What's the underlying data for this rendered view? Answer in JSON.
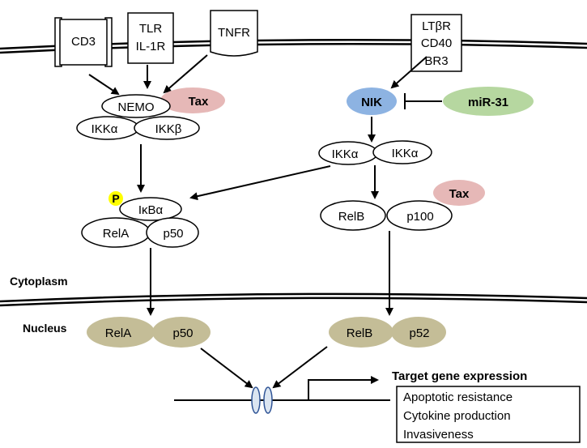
{
  "receptors": {
    "cd3": "CD3",
    "tlr_line1": "TLR",
    "tlr_line2": "IL-1R",
    "tnfr": "TNFR",
    "ltbr_line1": "LTβR",
    "ltbr_line2": "CD40",
    "ltbr_line3": "BR3"
  },
  "canonical": {
    "nemo": "NEMO",
    "tax": "Tax",
    "ikka": "IKKα",
    "ikkb": "IKKβ",
    "phospho": "P",
    "ikba": "IκBα",
    "rela": "RelA",
    "p50": "p50"
  },
  "noncanonical": {
    "nik": "NIK",
    "mir31": "miR-31",
    "ikka_left": "IKKα",
    "ikka_right": "IKKα",
    "relb": "RelB",
    "p100": "p100",
    "tax": "Tax"
  },
  "compartments": {
    "cytoplasm": "Cytoplasm",
    "nucleus": "Nucleus"
  },
  "nuclear": {
    "rela": "RelA",
    "p50": "p50",
    "relb": "RelB",
    "p52": "p52"
  },
  "target": {
    "title": "Target gene expression",
    "items": [
      "Apoptotic resistance",
      "Cytokine production",
      "Invasiveness"
    ]
  },
  "colors": {
    "nik": "#8db3e2",
    "mir31": "#b6d7a0",
    "tax": "#e6b8b7",
    "nuclear_protein": "#c4bd97",
    "phospho": "#ffff00",
    "dna_element": "#dbe5f1"
  }
}
